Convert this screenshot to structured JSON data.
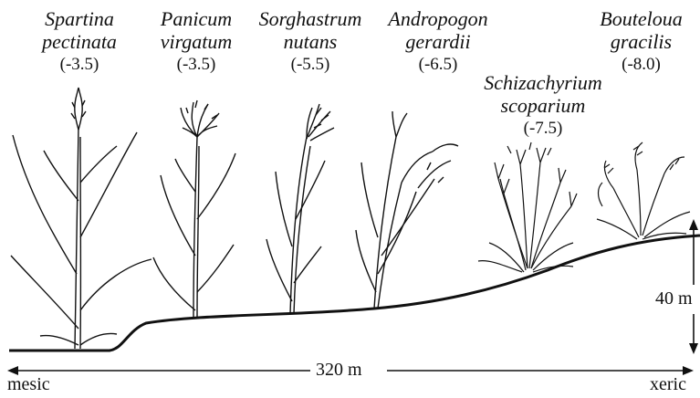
{
  "species": [
    {
      "genus": "Spartina",
      "epithet": "pectinata",
      "value": "(-3.5)"
    },
    {
      "genus": "Panicum",
      "epithet": "virgatum",
      "value": "(-3.5)"
    },
    {
      "genus": "Sorghastrum",
      "epithet": "nutans",
      "value": "(-5.5)"
    },
    {
      "genus": "Andropogon",
      "epithet": "gerardii",
      "value": "(-6.5)"
    },
    {
      "genus": "Schizachyrium",
      "epithet": "scoparium",
      "value": "(-7.5)"
    },
    {
      "genus": "Bouteloua",
      "epithet": "gracilis",
      "value": "(-8.0)"
    }
  ],
  "axis": {
    "left_label": "mesic",
    "right_label": "xeric",
    "distance": "320 m",
    "elevation": "40 m"
  }
}
